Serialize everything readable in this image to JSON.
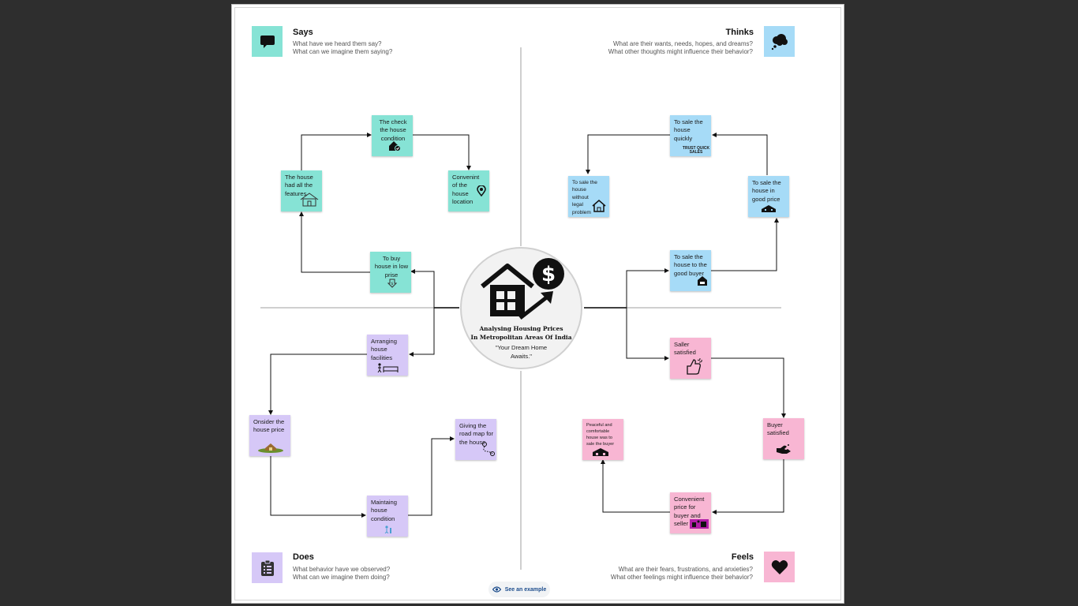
{
  "quadrants": {
    "says": {
      "title": "Says",
      "q1": "What have we heard them say?",
      "q2": "What can we imagine them saying?",
      "icon": "speech-bubble-icon",
      "color": "#86e3d5"
    },
    "thinks": {
      "title": "Thinks",
      "q1": "What are their wants, needs, hopes, and dreams?",
      "q2": "What other thoughts might influence their behavior?",
      "icon": "thought-cloud-icon",
      "color": "#a6dbf7"
    },
    "does": {
      "title": "Does",
      "q1": "What behavior have we observed?",
      "q2": "What can we imagine them doing?",
      "icon": "clipboard-icon",
      "color": "#d6c8f7"
    },
    "feels": {
      "title": "Feels",
      "q1": "What are their fears, frustrations, and anxieties?",
      "q2": "What other feelings might influence their behavior?",
      "icon": "heart-icon",
      "color": "#f8b6d3"
    }
  },
  "center": {
    "title_line1": "Analysing Housing Prices",
    "title_line2": "In Metropolitan Areas Of India",
    "quote_line1": "\"Your Dream Home",
    "quote_line2": "Awaits.\""
  },
  "notes": {
    "says": [
      {
        "text": "The check the house condition",
        "icon": "house-check-icon"
      },
      {
        "text": "The house had all the features",
        "icon": "house-outline-icon"
      },
      {
        "text": "Convenint of the house location",
        "icon": "location-pin-icon"
      },
      {
        "text": "To buy house in low prise",
        "icon": "price-down-icon"
      }
    ],
    "thinks": [
      {
        "text": "To sale the house quickly",
        "icon": "trust-quick-sales-badge",
        "badge": "TRUST QUICK SALES"
      },
      {
        "text": "To sale the house without legal problem",
        "icon": "house-outline-icon"
      },
      {
        "text": "To sale the house in good price",
        "icon": "house-price-icon"
      },
      {
        "text": "To sale the house to the good buyer",
        "icon": "for-sale-house-icon"
      }
    ],
    "does": [
      {
        "text": "Arranging house facilities",
        "icon": "furniture-icon"
      },
      {
        "text": "Onsider the house price",
        "icon": "house-on-land-icon"
      },
      {
        "text": "Giving the road map for the house",
        "icon": "route-map-icon"
      },
      {
        "text": "Maintaing house condition",
        "icon": "worker-icon"
      }
    ],
    "feels": [
      {
        "text": "Saller satisfied",
        "icon": "thumbs-up-icon"
      },
      {
        "text": "Buyer satisfied",
        "icon": "handshake-icon"
      },
      {
        "text": "Peaceful and comfortable house was to sale the buyer",
        "icon": "house-sale-icon"
      },
      {
        "text": "Convenient price for buyer and seller",
        "icon": "price-tag-icon"
      }
    ]
  },
  "example_button": {
    "label": "See an example",
    "icon": "eye-icon"
  }
}
